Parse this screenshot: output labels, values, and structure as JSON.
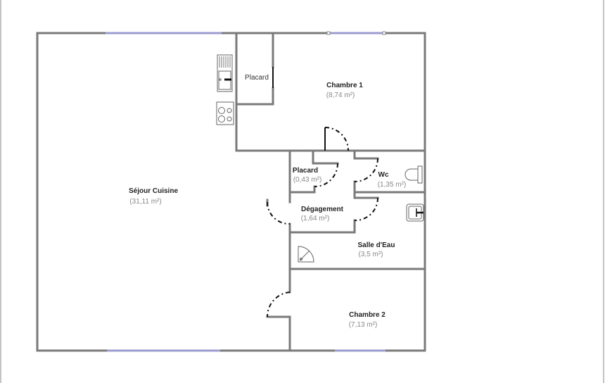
{
  "rooms": {
    "sejour": {
      "name": "Séjour Cuisine",
      "area": "(31,11 m²)"
    },
    "placard1": {
      "name": "Placard"
    },
    "chambre1": {
      "name": "Chambre 1",
      "area": "(8,74 m²)"
    },
    "placard2": {
      "name": "Placard",
      "area": "(0,43 m²)"
    },
    "wc": {
      "name": "Wc",
      "area": "(1,35 m²)"
    },
    "degagement": {
      "name": "Dégagement",
      "area": "(1,64 m²)"
    },
    "salle_eau": {
      "name": "Salle d'Eau",
      "area": "(3,5 m²)"
    },
    "chambre2": {
      "name": "Chambre 2",
      "area": "(7,13 m²)"
    }
  },
  "colors": {
    "wall": "#7a7a7a",
    "window": "#9b9bd0",
    "door": "#111111"
  }
}
